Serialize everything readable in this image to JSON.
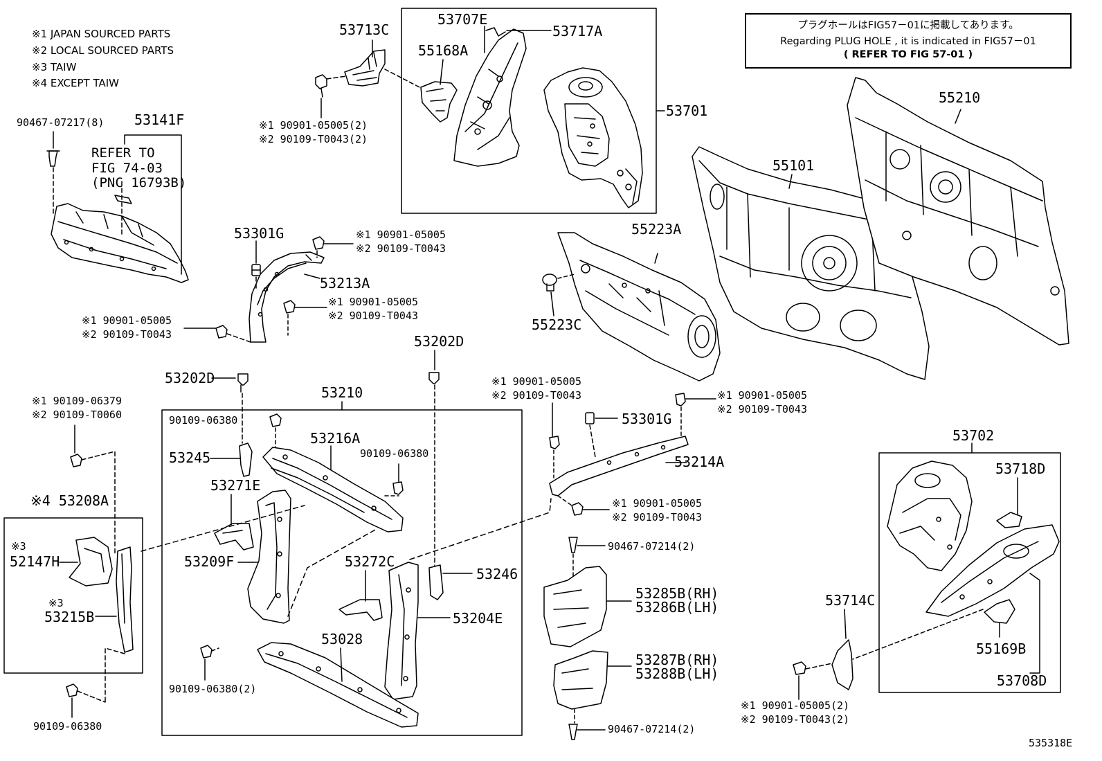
{
  "legend": [
    "※1 JAPAN SOURCED PARTS",
    "※2 LOCAL SOURCED PARTS",
    "※3 TAIW",
    "※4 EXCEPT TAIW"
  ],
  "note": {
    "line1": "プラグホールはFIG57－01に掲載してあります。",
    "line2": "Regarding PLUG HOLE , it is indicated in FIG57－01",
    "line3": "(  REFER TO FIG 57-01  )"
  },
  "refer": {
    "line1": "REFER TO",
    "line2": "FIG 74-03",
    "line3": "(PNC 16793B)"
  },
  "labels": {
    "p53713C": "53713C",
    "p53707E": "53707E",
    "p53717A": "53717A",
    "p55168A": "55168A",
    "p53701": "53701",
    "f1_a": "※1 90901-05005(2)",
    "f1_b": "※2 90109-T0043(2)",
    "p90467_8": "90467-07217(8)",
    "p53141F": "53141F",
    "p53301G_a": "53301G",
    "f2_a": "※1 90901-05005",
    "f2_b": "※2 90109-T0043",
    "p53213A": "53213A",
    "f3_a": "※1 90901-05005",
    "f3_b": "※2 90109-T0043",
    "f4_a": "※1 90901-05005",
    "f4_b": "※2 90109-T0043",
    "p55210": "55210",
    "p55101": "55101",
    "p55223A": "55223A",
    "p55223C": "55223C",
    "p53202D_a": "53202D",
    "p53202D_b": "53202D",
    "p53210": "53210",
    "f5_a": "※1 90109-06379",
    "f5_b": "※2 90109-T0060",
    "p90109_06380_a": "90109-06380",
    "p53216A": "53216A",
    "p53245": "53245",
    "p90109_06380_b": "90109-06380",
    "p53271E": "53271E",
    "p53208A": "※4 53208A",
    "m3_a": "※3",
    "p52147H": "52147H",
    "p53209F": "53209F",
    "p53272C": "53272C",
    "p53246": "53246",
    "m3_b": "※3",
    "p53215B": "53215B",
    "p53204E": "53204E",
    "p53028": "53028",
    "p90109_06380_2": "90109-06380(2)",
    "p90109_06380_c": "90109-06380",
    "f6_a": "※1 90901-05005",
    "f6_b": "※2 90109-T0043",
    "f7_a": "※1 90901-05005",
    "f7_b": "※2 90109-T0043",
    "p53301G_b": "53301G",
    "p53214A": "53214A",
    "f8_a": "※1 90901-05005",
    "f8_b": "※2 90109-T0043",
    "p90467_07214_a": "90467-07214(2)",
    "p53285B": "53285B(RH)",
    "p53286B": "53286B(LH)",
    "p53287B": "53287B(RH)",
    "p53288B": "53288B(LH)",
    "p90467_07214_b": "90467-07214(2)",
    "p53702": "53702",
    "p53718D": "53718D",
    "p53714C": "53714C",
    "p55169B": "55169B",
    "p53708D": "53708D",
    "f9_a": "※1 90901-05005(2)",
    "f9_b": "※2 90109-T0043(2)",
    "code": "535318E"
  }
}
